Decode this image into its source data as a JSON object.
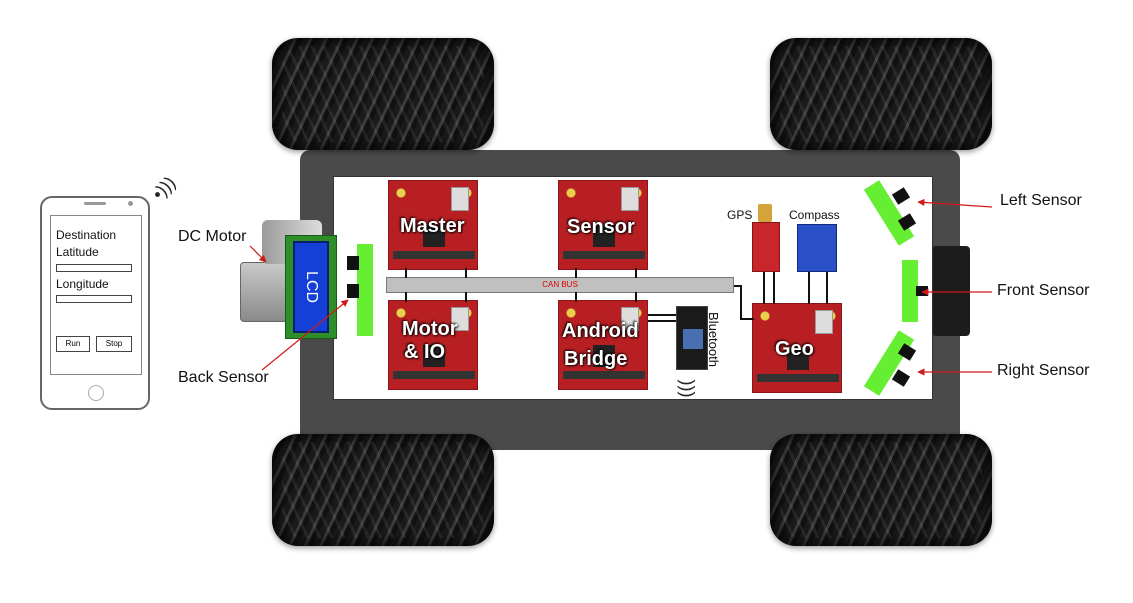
{
  "components": {
    "lcd": "LCD",
    "master": "Master",
    "sensor": "Sensor",
    "motor_line1": "Motor",
    "motor_line2": "& IO",
    "android_line1": "Android",
    "android_line2": "Bridge",
    "geo": "Geo",
    "can_bus": "CAN BUS",
    "bluetooth": "Bluetooth",
    "gps": "GPS",
    "compass": "Compass"
  },
  "labels": {
    "dc_motor": "DC Motor",
    "back_sensor": "Back Sensor",
    "left_sensor": "Left Sensor",
    "front_sensor": "Front Sensor",
    "right_sensor": "Right Sensor"
  },
  "phone": {
    "destination_label": "Destination",
    "latitude_label": "Latitude",
    "longitude_label": "Longitude",
    "run_label": "Run",
    "stop_label": "Stop"
  },
  "colors": {
    "pcb_red": "#c8262a",
    "sensor_green": "#66ee33",
    "lcd_blue": "#1440d8",
    "arrow_red": "#d01a1a",
    "can_bus_gray": "#c0c0c0"
  }
}
